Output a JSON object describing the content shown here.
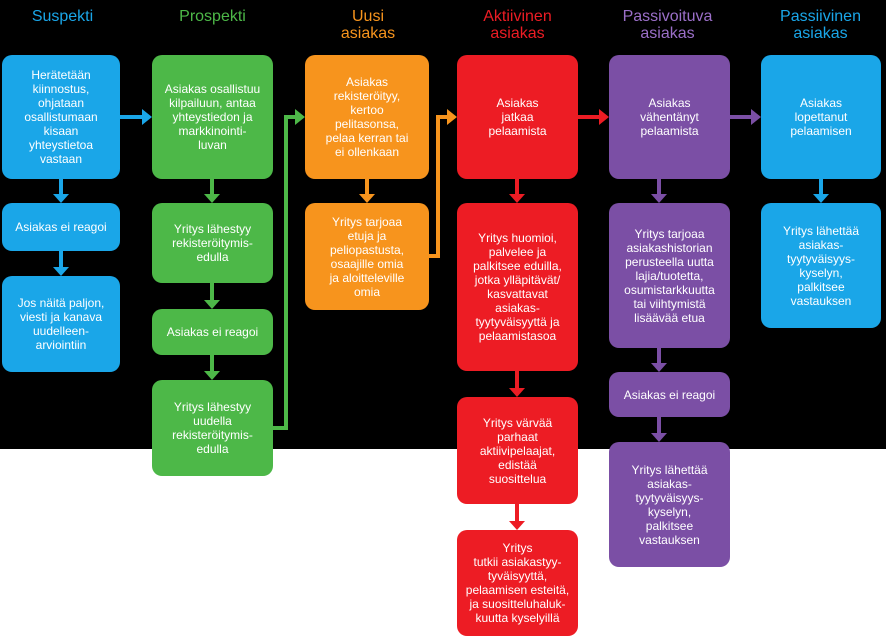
{
  "colors": {
    "suspekti": "#1AA6E8",
    "prospekti": "#4DB848",
    "uusi": "#F7941D",
    "aktiivinen": "#ED1C24",
    "passivoituva": "#7B4FA5",
    "passiivinen": "#1AA6E8",
    "uusi_title": "#F7941D",
    "aktiivinen_title": "#ED1C24",
    "passivoituva_title": "#9B6FC8"
  },
  "columns": [
    {
      "id": "suspekti",
      "title": "Suspekti"
    },
    {
      "id": "prospekti",
      "title": "Prospekti"
    },
    {
      "id": "uusi",
      "title": "Uusi\nasiakas"
    },
    {
      "id": "aktiivinen",
      "title": "Aktiivinen\nasiakas"
    },
    {
      "id": "passivoituva",
      "title": "Passivoituva\nasiakas"
    },
    {
      "id": "passiivinen",
      "title": "Passiivinen\nasiakas"
    }
  ],
  "boxes": {
    "s1": "Herätetään\nkiinnostus,\nohjataan\nosallistumaan\nkisaan\nyhteystietoa\nvastaan",
    "s2": "Asiakas ei reagoi",
    "s3": "Jos näitä paljon,\nviesti ja kanava\nuudelleen-\narviointiin",
    "p1": "Asiakas osallistuu\nkilpailuun, antaa\nyhteystiedon ja\nmarkkinointi-\nluvan",
    "p2": "Yritys lähestyy\nrekisteröitymis-\nedulla",
    "p3": "Asiakas ei reagoi",
    "p4": "Yritys lähestyy\nuudella\nrekisteröitymis-\nedulla",
    "u1": "Asiakas\nrekisteröityy,\nkertoo\npelitasonsa,\npelaa kerran tai\nei ollenkaan",
    "u2": "Yritys tarjoaa\netuja ja\npeliopastusta,\nosaajille omia\nja aloitteleville\nomia",
    "a1": "Asiakas\njatkaa\npelaamista",
    "a2": "Yritys huomioi,\npalvelee ja\npalkitsee  eduilla,\njotka ylläpitävät/\nkasvattavat\nasiakas-\ntyytyväisyyttä ja\npelaamistasoa",
    "a3": "Yritys värvää\nparhaat\naktiivipelaajat,\nedistää\nsuosittelua",
    "a4": "Yritys\ntutkii asiakastyy-\ntyväisyyttä,\npelaamisen esteitä,\nja suositteluhaluk-\nkuutta kyselyillä",
    "v1": "Asiakas\nvähentänyt\npelaamista",
    "v2": "Yritys tarjoaa\nasiakashistorian\nperusteella uutta\nlajia/tuotetta,\nosumistarkkuutta\ntai viihtymistä\nlisäävää etua",
    "v3": "Asiakas ei reagoi",
    "v4": "Yritys lähettää\nasiakas-\ntyytyväisyys-\nkyselyn,\npalkitsee\nvastauksen",
    "q1": "Asiakas\nlopettanut\npelaamisen",
    "q2": "Yritys lähettää\nasiakas-\ntyytyväisyys-\nkyselyn,\npalkitsee\nvastauksen"
  }
}
